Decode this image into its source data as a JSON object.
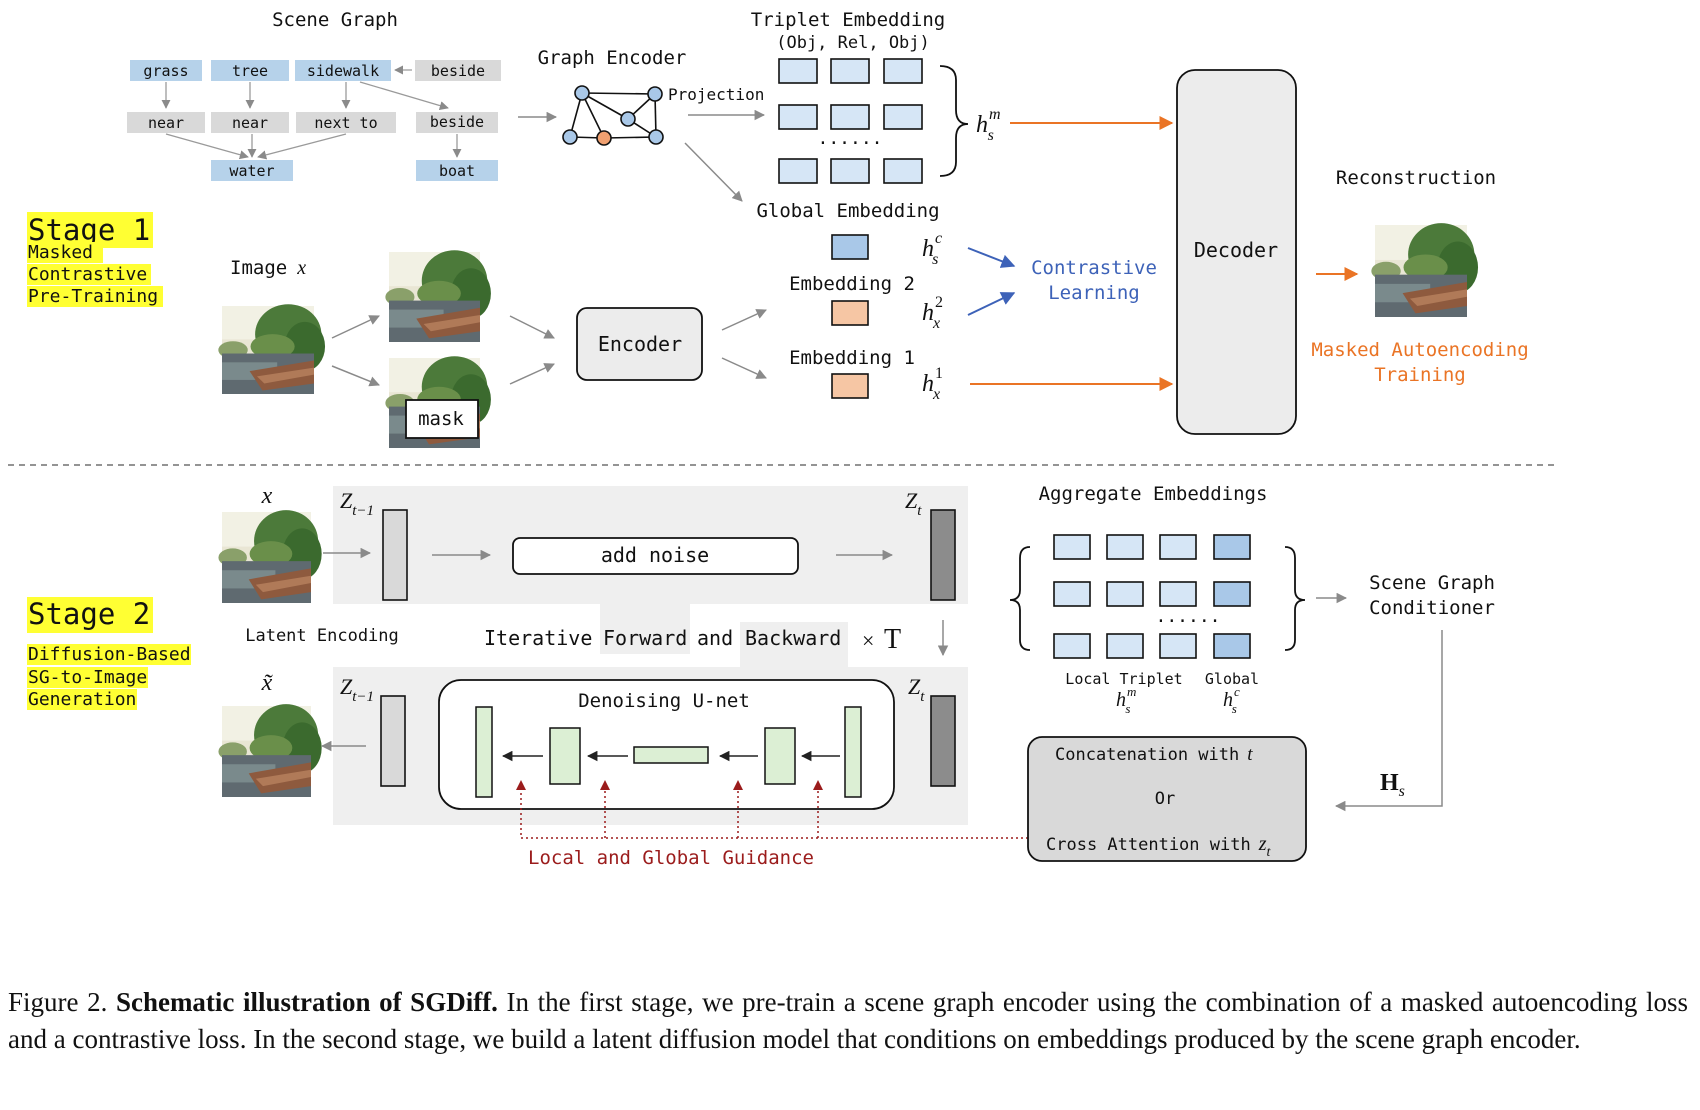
{
  "stage1": {
    "title": "Stage 1",
    "subtitle": [
      "Masked",
      "Contrastive",
      "Pre-Training"
    ],
    "scene_graph": {
      "title": "Scene Graph",
      "objects_top": [
        "grass",
        "tree",
        "sidewalk"
      ],
      "relation_top": "beside",
      "relations": [
        "near",
        "near",
        "next to",
        "beside"
      ],
      "objects_bottom": [
        "water",
        "boat"
      ]
    },
    "graph_encoder": "Graph Encoder",
    "projection": "Projection",
    "triplet_title": "Triplet Embedding",
    "triplet_subtitle": "(Obj, Rel, Obj)",
    "dots": "......",
    "h_sm": {
      "base": "h",
      "sub": "s",
      "sup": "m"
    },
    "global_embedding": "Global Embedding",
    "h_sc": {
      "base": "h",
      "sub": "s",
      "sup": "c"
    },
    "embedding2": "Embedding 2",
    "h_x2": {
      "base": "h",
      "sub": "x",
      "sup": "2"
    },
    "embedding1": "Embedding 1",
    "h_x1": {
      "base": "h",
      "sub": "x",
      "sup": "1"
    },
    "image_label": "Image",
    "image_var": "x",
    "mask": "mask",
    "encoder": "Encoder",
    "contrastive": [
      "Contrastive",
      "Learning"
    ],
    "decoder": "Decoder",
    "reconstruction": "Reconstruction",
    "mae": [
      "Masked Autoencoding",
      "Training"
    ]
  },
  "stage2": {
    "title": "Stage 2",
    "subtitle": [
      "Diffusion-Based",
      "SG-to-Image",
      "Generation"
    ],
    "x": "x",
    "x_tilde": "x̃",
    "z_prev": {
      "base": "Z",
      "sub": "t−1"
    },
    "z_t": {
      "base": "Z",
      "sub": "t"
    },
    "add_noise": "add noise",
    "latent_encoding": "Latent Encoding",
    "iterative": "Iterative",
    "forward": "Forward",
    "and": "and",
    "backward": "Backward",
    "times": "×",
    "T": "T",
    "unet": "Denoising U-net",
    "guidance": "Local and Global Guidance",
    "aggregate": "Aggregate Embeddings",
    "dots": "......",
    "local_label": "Local Triplet",
    "global_label": "Global",
    "h_sm": {
      "base": "h",
      "sub": "s",
      "sup": "m"
    },
    "h_sc": {
      "base": "h",
      "sub": "s",
      "sup": "c"
    },
    "conditioner": [
      "Scene Graph",
      "Conditioner"
    ],
    "Hs": {
      "base": "H",
      "sub": "s"
    },
    "concat": "Concatenation with",
    "concat_var": "t",
    "or": "Or",
    "cross": "Cross Attention with",
    "cross_var": {
      "base": "z",
      "sub": "t"
    }
  },
  "caption": {
    "label": "Figure 2.",
    "title": "Schematic illustration of SGDiff.",
    "text": "In the first stage, we pre-train a scene graph encoder using the combination of a masked autoencoding loss and a contrastive loss. In the second stage, we build a latent diffusion model that conditions on embeddings produced by the scene graph encoder."
  },
  "colors": {
    "blue_node": "#b6d2ea",
    "gray_node": "#d9d9d9",
    "embed_light": "#d6e6f6",
    "embed_global": "#a9c8e8",
    "embed_orange": "#f6c6a4",
    "orange": "#ea7425",
    "blue": "#3d62b8",
    "darkred": "#9b1c1c",
    "highlight": "#ffff33",
    "latent_light": "#d9d9d9",
    "latent_dark": "#8c8c8c",
    "unet_green": "#dcefd4",
    "panel": "#efefef"
  }
}
